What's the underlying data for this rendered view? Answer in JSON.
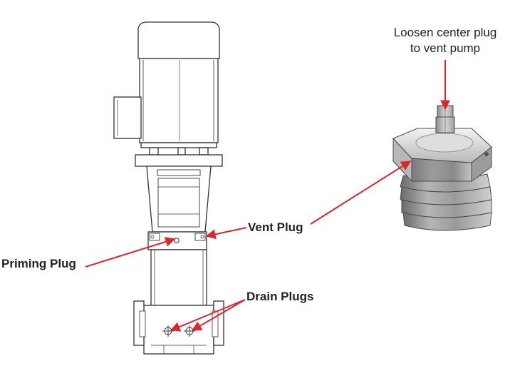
{
  "labels": {
    "vent_plug": "Vent Plug",
    "priming_plug": "Priming Plug",
    "drain_plugs": "Drain Plugs",
    "loosen_line1": "Loosen center plug",
    "loosen_line2": "to vent pump"
  },
  "colors": {
    "arrow": "#d9272e",
    "outline": "#333333",
    "plug_body": "#a9a9a9",
    "plug_shadow": "#6e6e6e"
  }
}
